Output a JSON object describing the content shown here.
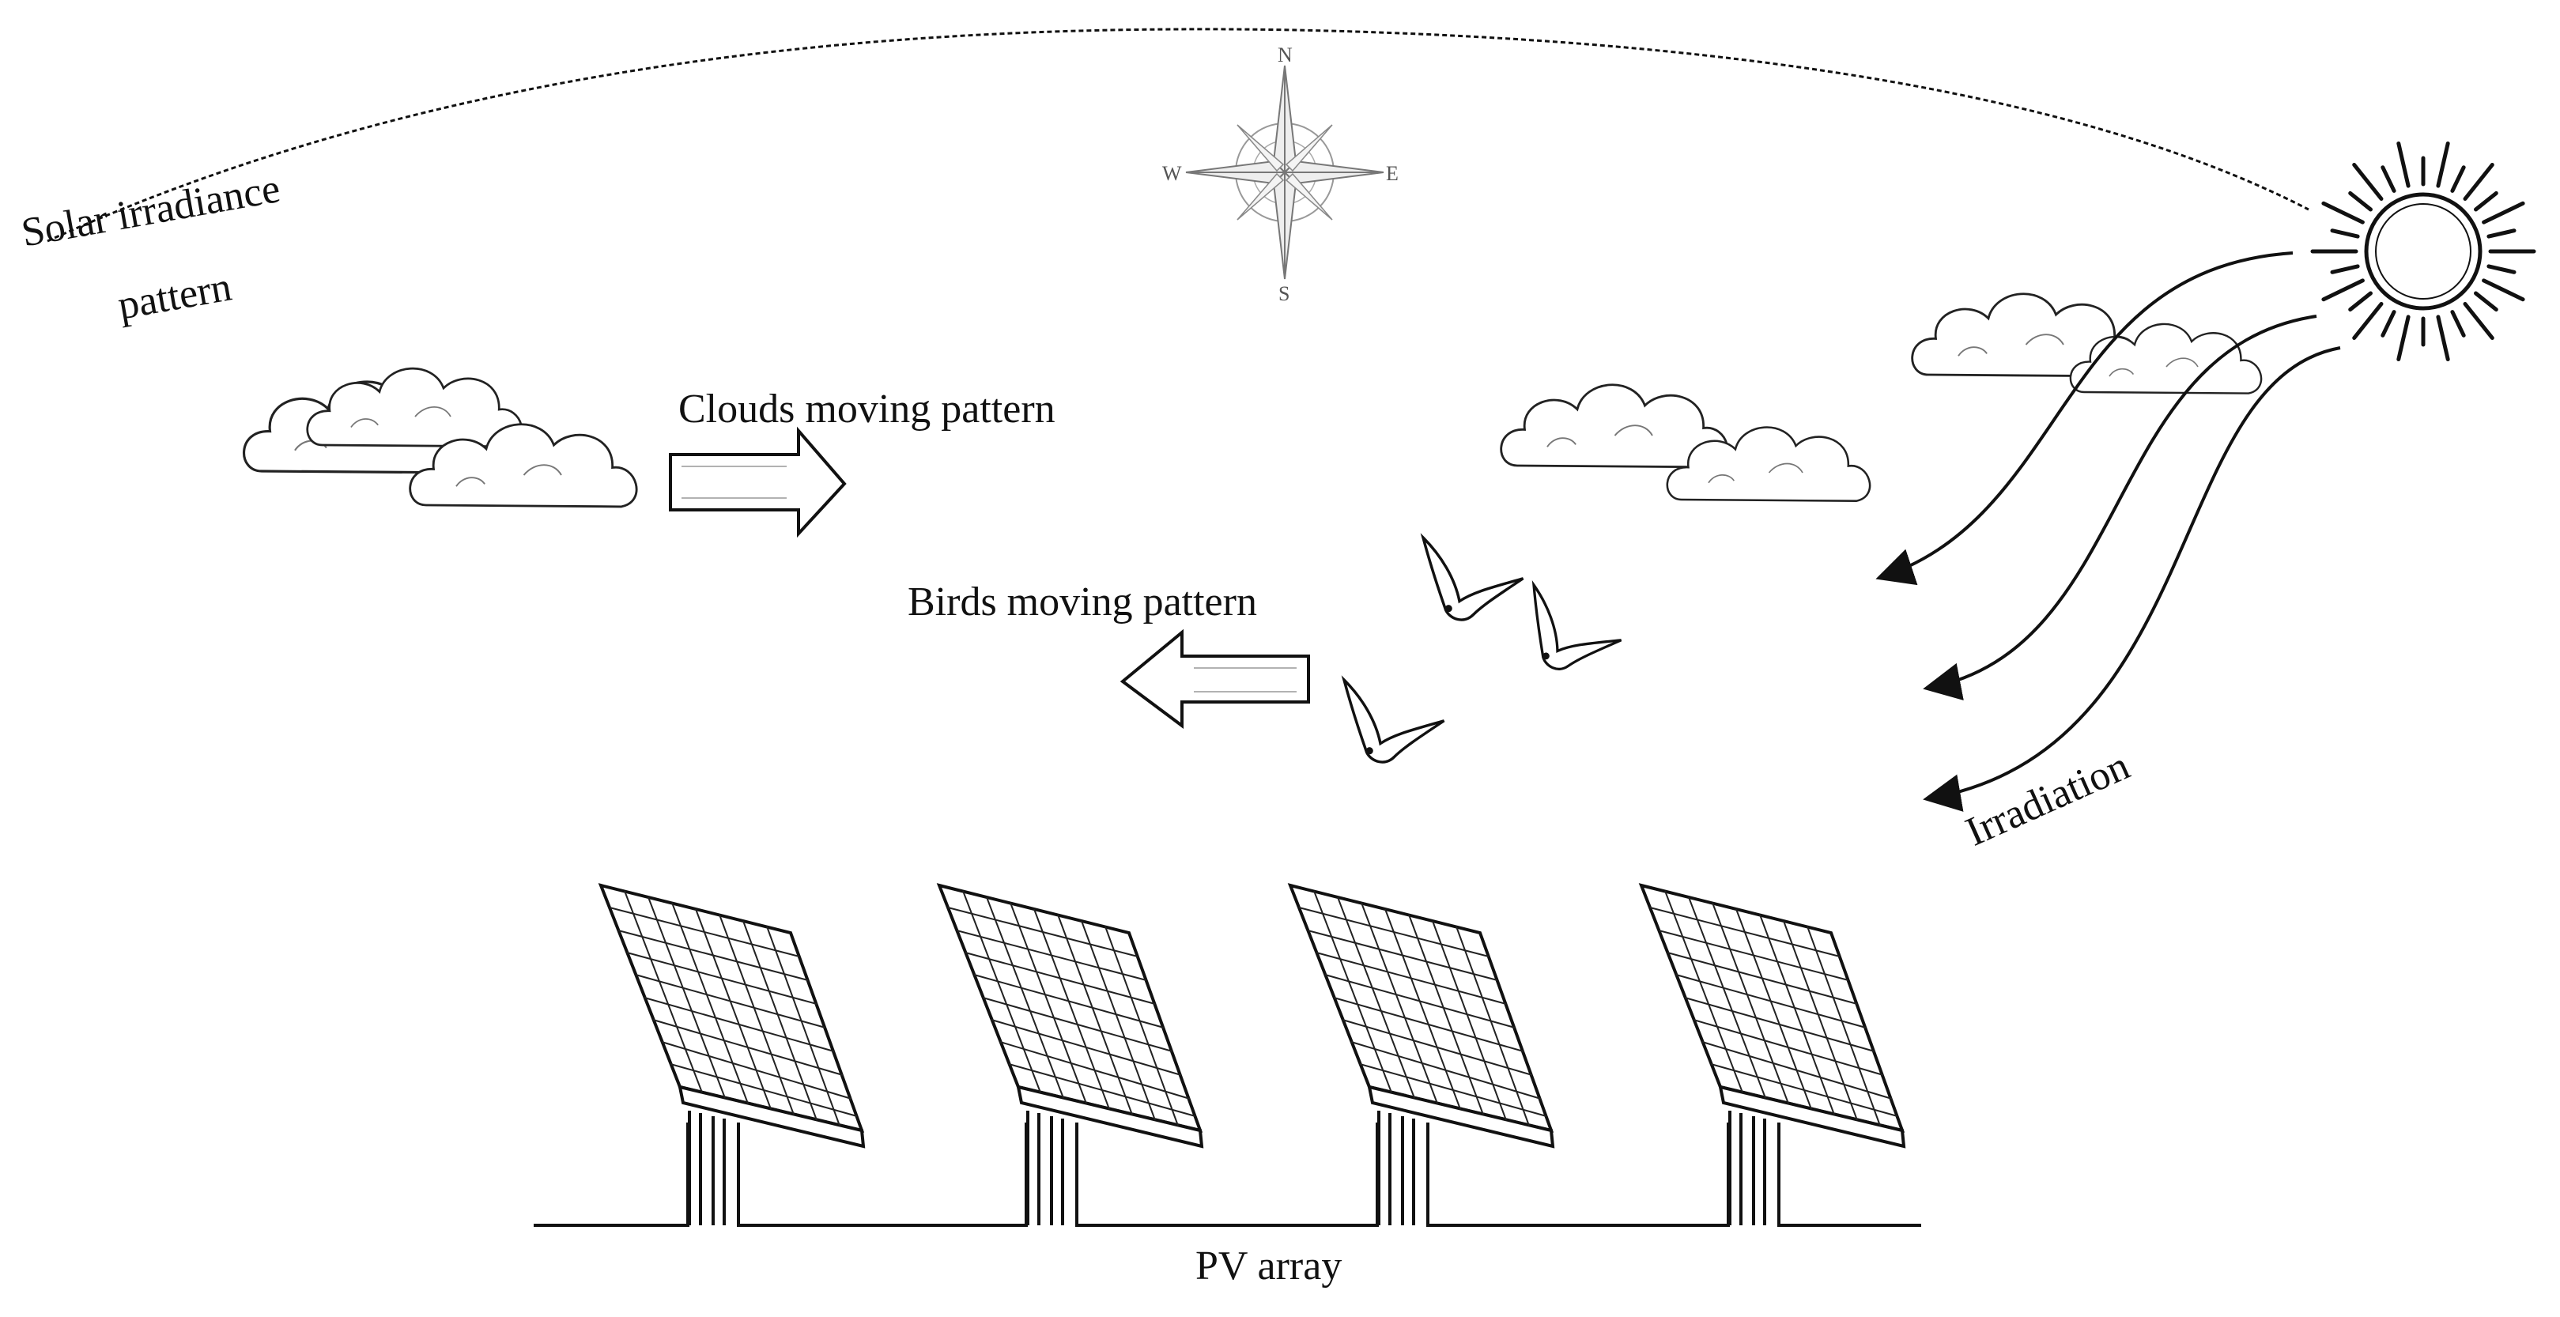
{
  "labels": {
    "solar_line1": "Solar irradiance",
    "solar_line2": "pattern",
    "clouds": "Clouds moving pattern",
    "birds": "Birds moving pattern",
    "irradiation": "Irradiation",
    "pv_array": "PV array"
  },
  "compass": {
    "north": "N",
    "south": "S",
    "east": "E",
    "west": "W"
  },
  "icons": {
    "sun": "sun-icon",
    "compass": "compass-rose-icon",
    "cloud": "cloud-icon",
    "bird": "bird-icon",
    "solar_panel": "solar-panel-icon"
  },
  "pv_panel_count": 4,
  "bird_count": 3,
  "colors": {
    "ink": "#111111",
    "compass": "#777777"
  }
}
